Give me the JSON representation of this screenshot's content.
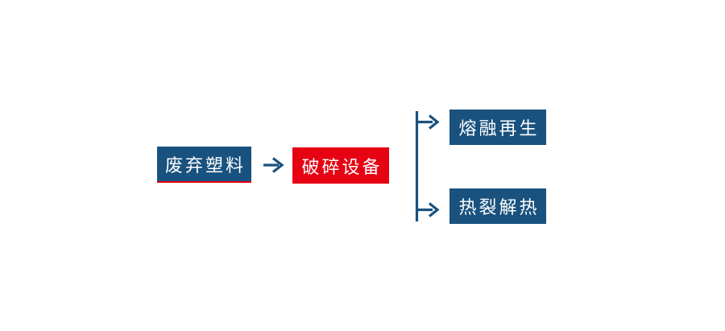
{
  "colors": {
    "node_blue": "#19527E",
    "node_red": "#E60213",
    "connector_blue": "#19527E",
    "label_text": "#FFFFFF",
    "source_underline_red": "#E60213",
    "background": "#FFFFFF"
  },
  "flowchart": {
    "nodes": {
      "source": {
        "label": "废弃塑料"
      },
      "process": {
        "label": "破碎设备"
      },
      "output_top": {
        "label": "熔融再生"
      },
      "output_bottom": {
        "label": "热裂解热"
      }
    },
    "icons": {
      "main_arrow": "arrow-right-icon",
      "branch_top_arrow": "arrow-right-icon",
      "branch_bottom_arrow": "arrow-right-icon",
      "arrow_glyph": "→"
    }
  }
}
